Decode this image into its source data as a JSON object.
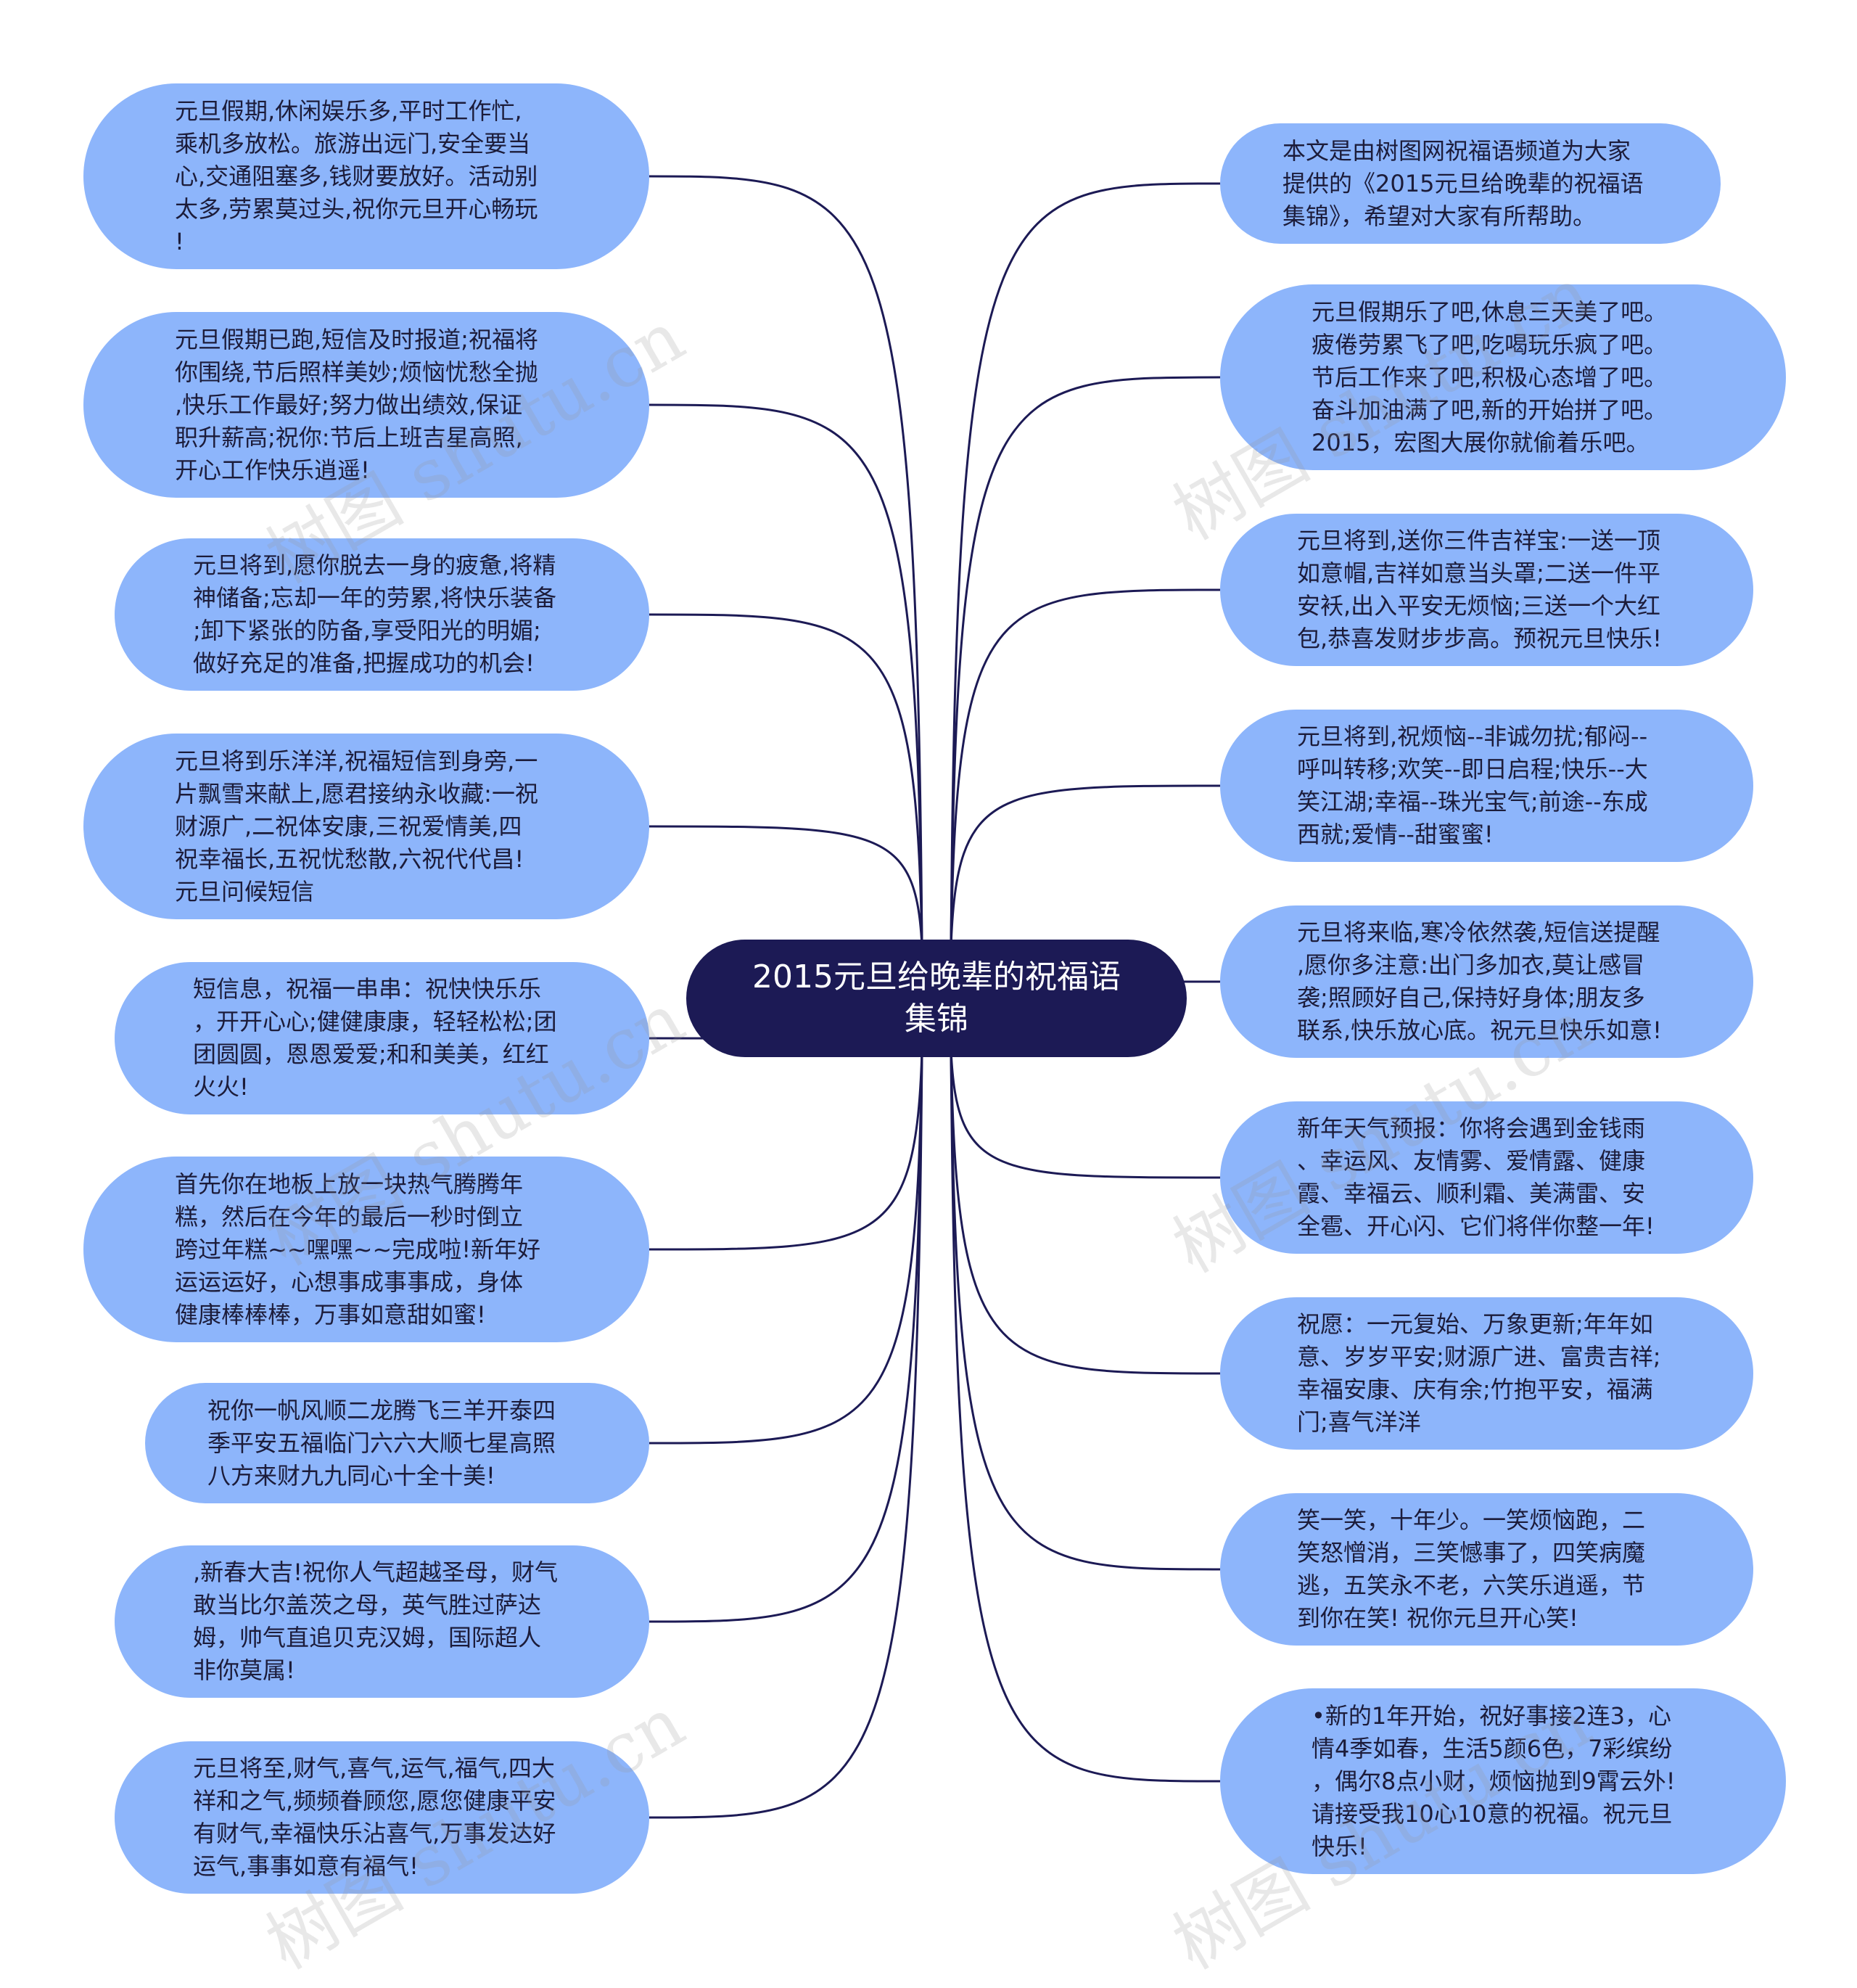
{
  "center": {
    "title": "2015元旦给晚辈的祝福语\n集锦"
  },
  "left_nodes": [
    {
      "text": "元旦假期,休闲娱乐多,平时工作忙,\n乘机多放松。旅游出远门,安全要当\n心,交通阻塞多,钱财要放好。活动别\n太多,劳累莫过头,祝你元旦开心畅玩\n!"
    },
    {
      "text": "元旦假期已跑,短信及时报道;祝福将\n你围绕,节后照样美妙;烦恼忧愁全抛\n,快乐工作最好;努力做出绩效,保证\n职升薪高;祝你:节后上班吉星高照,\n开心工作快乐逍遥!"
    },
    {
      "text": "元旦将到,愿你脱去一身的疲惫,将精\n神储备;忘却一年的劳累,将快乐装备\n;卸下紧张的防备,享受阳光的明媚;\n做好充足的准备,把握成功的机会!"
    },
    {
      "text": "元旦将到乐洋洋,祝福短信到身旁,一\n片飘雪来献上,愿君接纳永收藏:一祝\n财源广,二祝体安康,三祝爱情美,四\n祝幸福长,五祝忧愁散,六祝代代昌!\n元旦问候短信"
    },
    {
      "text": "短信息，祝福一串串：祝快快乐乐\n，开开心心;健健康康，轻轻松松;团\n团圆圆，恩恩爱爱;和和美美，红红\n火火!"
    },
    {
      "text": "首先你在地板上放一块热气腾腾年\n糕，然后在今年的最后一秒时倒立\n跨过年糕~~嘿嘿~~完成啦!新年好\n运运运好，心想事成事事成，身体\n健康棒棒棒，万事如意甜如蜜!"
    },
    {
      "text": "祝你一帆风顺二龙腾飞三羊开泰四\n季平安五福临门六六大顺七星高照\n八方来财九九同心十全十美!"
    },
    {
      "text": ",新春大吉!祝你人气超越圣母，财气\n敢当比尔盖茨之母，英气胜过萨达\n姆，帅气直追贝克汉姆，国际超人\n非你莫属!"
    },
    {
      "text": "元旦将至,财气,喜气,运气,福气,四大\n祥和之气,频频眷顾您,愿您健康平安\n有财气,幸福快乐沾喜气,万事发达好\n运气,事事如意有福气!"
    }
  ],
  "right_nodes": [
    {
      "text": "本文是由树图网祝福语频道为大家\n提供的《2015元旦给晚辈的祝福语\n集锦》，希望对大家有所帮助。"
    },
    {
      "text": "元旦假期乐了吧,休息三天美了吧。\n疲倦劳累飞了吧,吃喝玩乐疯了吧。\n节后工作来了吧,积极心态增了吧。\n奋斗加油满了吧,新的开始拼了吧。\n2015，宏图大展你就偷着乐吧。"
    },
    {
      "text": "元旦将到,送你三件吉祥宝:一送一顶\n如意帽,吉祥如意当头罩;二送一件平\n安袄,出入平安无烦恼;三送一个大红\n包,恭喜发财步步高。预祝元旦快乐!"
    },
    {
      "text": "元旦将到,祝烦恼--非诚勿扰;郁闷--\n呼叫转移;欢笑--即日启程;快乐--大\n笑江湖;幸福--珠光宝气;前途--东成\n西就;爱情--甜蜜蜜!"
    },
    {
      "text": "元旦将来临,寒冷依然袭,短信送提醒\n,愿你多注意:出门多加衣,莫让感冒\n袭;照顾好自己,保持好身体;朋友多\n联系,快乐放心底。祝元旦快乐如意!"
    },
    {
      "text": "新年天气预报：你将会遇到金钱雨\n、幸运风、友情雾、爱情露、健康\n霞、幸福云、顺利霜、美满雷、安\n全雹、开心闪、它们将伴你整一年!"
    },
    {
      "text": "祝愿：一元复始、万象更新;年年如\n意、岁岁平安;财源广进、富贵吉祥;\n幸福安康、庆有余;竹抱平安，福满\n门;喜气洋洋"
    },
    {
      "text": "笑一笑，十年少。一笑烦恼跑，二\n笑怒憎消，三笑憾事了，四笑病魔\n逃，五笑永不老，六笑乐逍遥，节\n到你在笑! 祝你元旦开心笑!"
    },
    {
      "text": "•新的1年开始，祝好事接2连3，心\n情4季如春，生活5颜6色，7彩缤纷\n，偶尔8点小财，烦恼抛到9霄云外!\n请接受我10心10意的祝福。祝元旦\n快乐!"
    }
  ],
  "watermark": "树图 shutu.cn",
  "colors": {
    "center_fill": "#1c1a55",
    "node_fill": "#8db5fb",
    "link": "#1c1a55"
  }
}
